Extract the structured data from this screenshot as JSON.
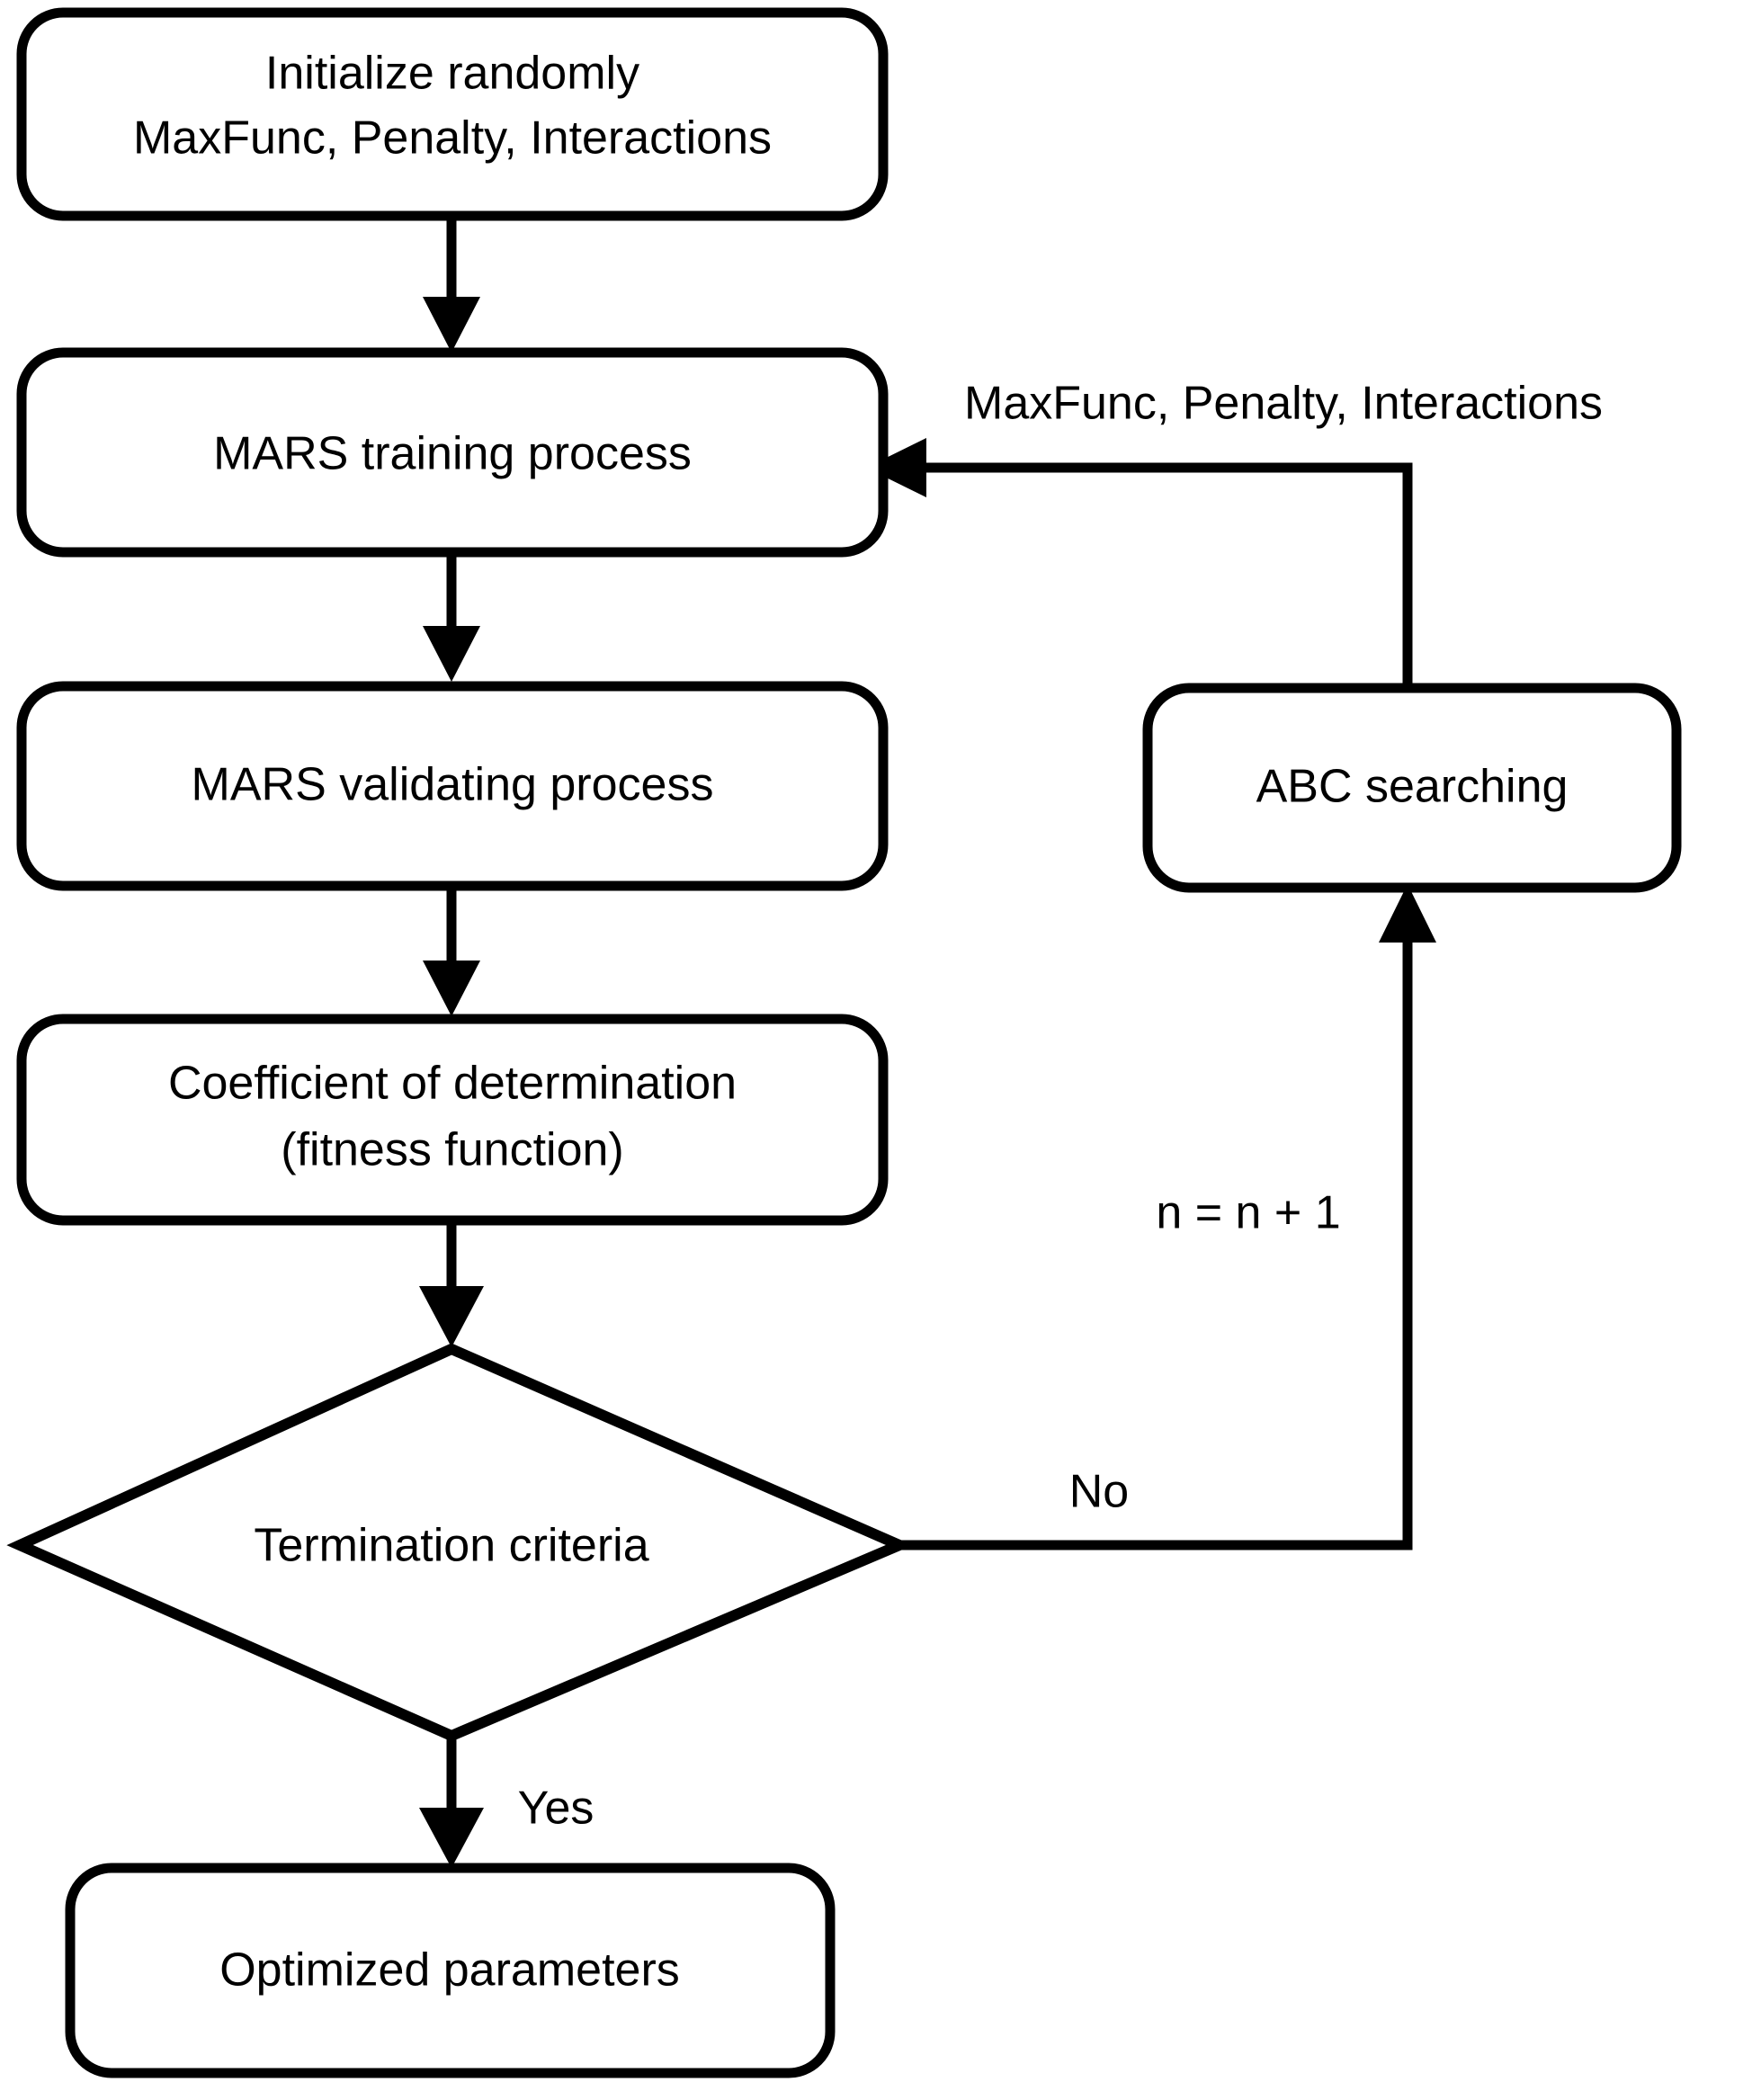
{
  "diagram": {
    "type": "flowchart",
    "title": "MARS-ABC hybrid optimization flowchart",
    "background_color": "#FFFFFF",
    "line_color": "#000000",
    "text_color": "#000000",
    "nodes": [
      {
        "id": "initialize",
        "shape": "rounded-rectangle",
        "line1": "Initialize randomly",
        "line2": "MaxFunc, Penalty, Interactions"
      },
      {
        "id": "mars-training",
        "shape": "rounded-rectangle",
        "line1": "MARS training process",
        "line2": ""
      },
      {
        "id": "mars-validating",
        "shape": "rounded-rectangle",
        "line1": "MARS validating process",
        "line2": ""
      },
      {
        "id": "coefficient",
        "shape": "rounded-rectangle",
        "line1": "Coefficient of determination",
        "line2": "(fitness function)"
      },
      {
        "id": "termination",
        "shape": "diamond",
        "line1": "Termination criteria",
        "line2": ""
      },
      {
        "id": "optimized",
        "shape": "rounded-rectangle",
        "line1": "Optimized parameters",
        "line2": ""
      },
      {
        "id": "abc-searching",
        "shape": "rounded-rectangle",
        "line1": "ABC searching",
        "line2": ""
      }
    ],
    "edge_labels": {
      "feedback_params": "MaxFunc, Penalty, Interactions",
      "iteration_counter": "n = n + 1",
      "branch_no": "No",
      "branch_yes": "Yes"
    }
  }
}
